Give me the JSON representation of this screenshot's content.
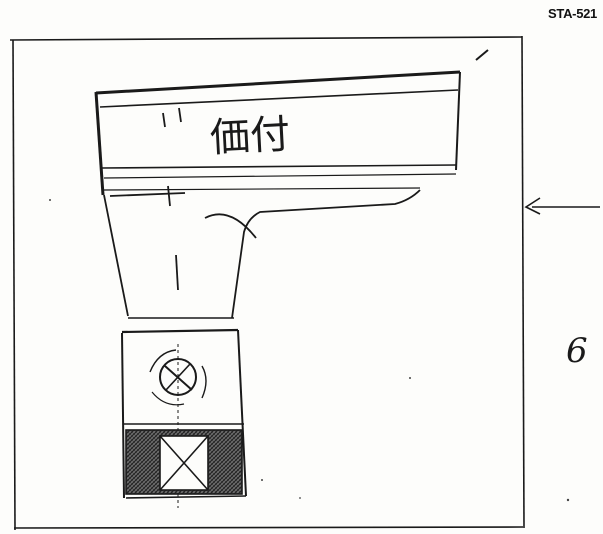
{
  "drawing": {
    "code": "STA-521",
    "handwritten_text": "価付",
    "side_number": "6"
  },
  "colors": {
    "ink": "#1a1a1a",
    "paper": "#fdfdfb",
    "hatch": "#444444"
  }
}
